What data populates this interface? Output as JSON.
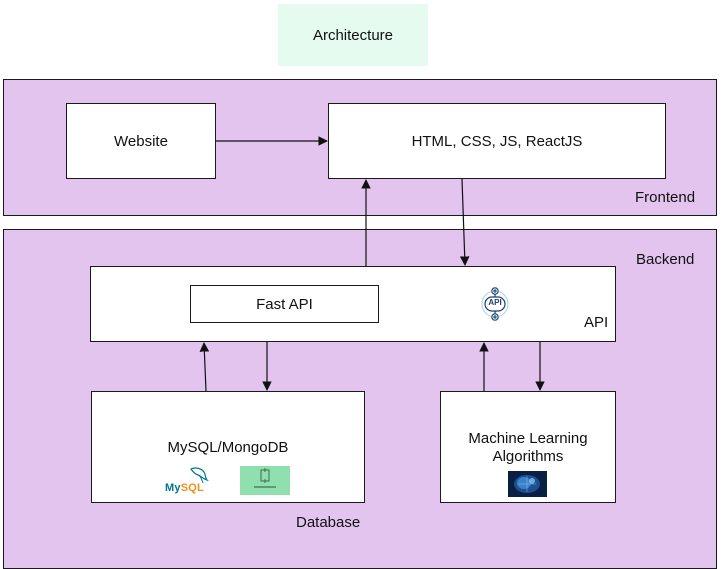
{
  "title": "Architecture",
  "frontend": {
    "label": "Frontend",
    "website": "Website",
    "tech": "HTML, CSS, JS, ReactJS"
  },
  "backend": {
    "label": "Backend",
    "api_label": "API",
    "api_icon_text": "API",
    "fastapi": "Fast API",
    "db_box": "MySQL/MongoDB",
    "mysql_logo": "MySQL",
    "ml_line1": "Machine Learning",
    "ml_line2": "Algorithms",
    "database_label": "Database"
  },
  "colors": {
    "title_bg": "#e6fbef",
    "region_bg": "#e2c4ef",
    "mysql_blue": "#00758f",
    "mysql_orange": "#f29111",
    "mongo_bg": "#8fe0ae",
    "mongo_green": "#13aa52",
    "ai_blue": "#1d4f91"
  },
  "icons": [
    "api-gear-icon",
    "mysql-logo-icon",
    "mongodb-logo-icon",
    "ai-brain-icon"
  ]
}
